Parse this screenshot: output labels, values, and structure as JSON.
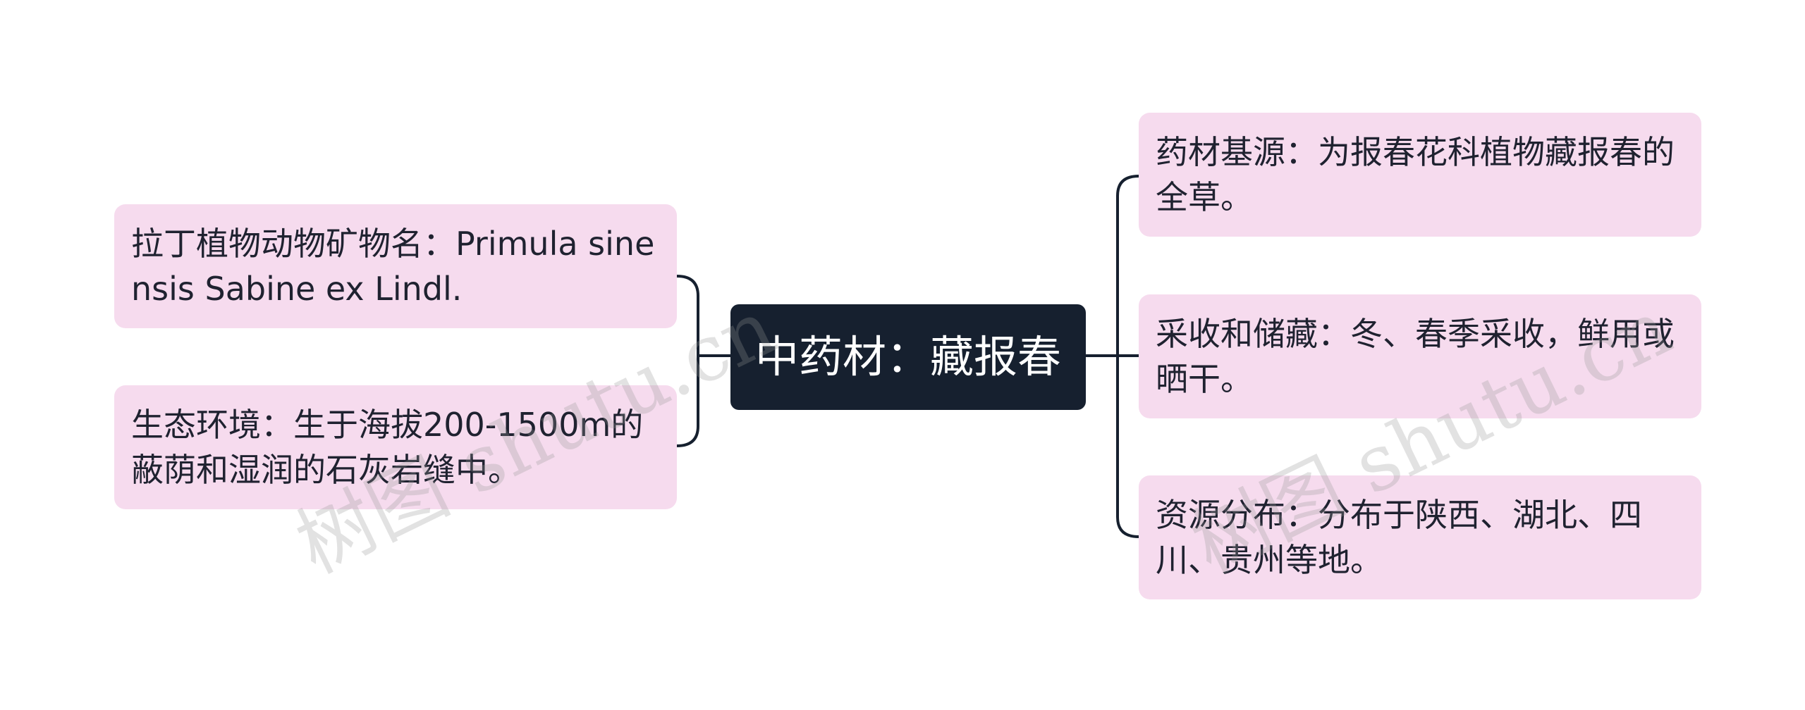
{
  "center": {
    "label": "中药材：藏报春"
  },
  "left_nodes": [
    {
      "label": "拉丁植物动物矿物名：Primula sinensis Sabine ex Lindl."
    },
    {
      "label": "生态环境：生于海拔200-1500m的蔽荫和湿润的石灰岩缝中。"
    }
  ],
  "right_nodes": [
    {
      "label": "药材基源：为报春花科植物藏报春的全草。"
    },
    {
      "label": "采收和储藏：冬、春季采收，鲜用或晒干。"
    },
    {
      "label": "资源分布：分布于陕西、湖北、四川、贵州等地。"
    }
  ],
  "watermark": {
    "text": "树图 shutu.cn"
  },
  "colors": {
    "center_bg": "#16202f",
    "node_bg": "#f6dbee",
    "line": "#16202f"
  }
}
